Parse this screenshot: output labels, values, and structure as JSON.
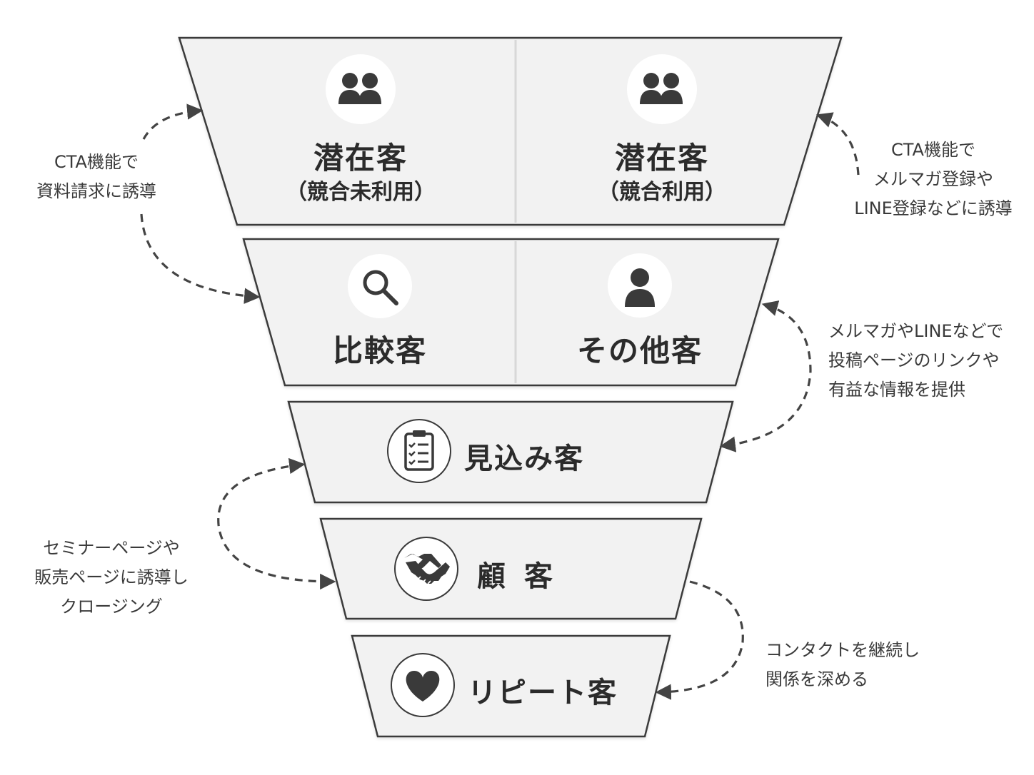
{
  "funnel": {
    "stage1": {
      "left": {
        "title": "潜在客",
        "subtitle": "（競合未利用）",
        "icon": "people-icon"
      },
      "right": {
        "title": "潜在客",
        "subtitle": "（競合利用）",
        "icon": "people-icon"
      }
    },
    "stage2": {
      "left": {
        "title": "比較客",
        "icon": "search-icon"
      },
      "right": {
        "title": "その他客",
        "icon": "person-icon"
      }
    },
    "stage3": {
      "title": "見込み客",
      "icon": "clipboard-checklist-icon"
    },
    "stage4": {
      "title": "顧 客",
      "icon": "handshake-icon"
    },
    "stage5": {
      "title": "リピート客",
      "icon": "heart-icon"
    }
  },
  "annotations": {
    "cta_left": [
      "CTA機能で",
      "資料請求に誘導"
    ],
    "cta_right": [
      "CTA機能で",
      "メルマガ登録や",
      "LINE登録などに誘導"
    ],
    "mail_line": [
      "メルマガやLINEなどで",
      "投稿ページのリンクや",
      "有益な情報を提供"
    ],
    "seminar": [
      "セミナーページや",
      "販売ページに誘導し",
      "クロージング"
    ],
    "contact": [
      "コンタクトを継続し",
      "関係を深める"
    ]
  },
  "colors": {
    "funnel_fill": "#f2f2f2",
    "funnel_stroke": "#3a3a3a",
    "icon_circle": "#ffffff",
    "icon": "#3a3a3a",
    "arrow": "#444444"
  }
}
